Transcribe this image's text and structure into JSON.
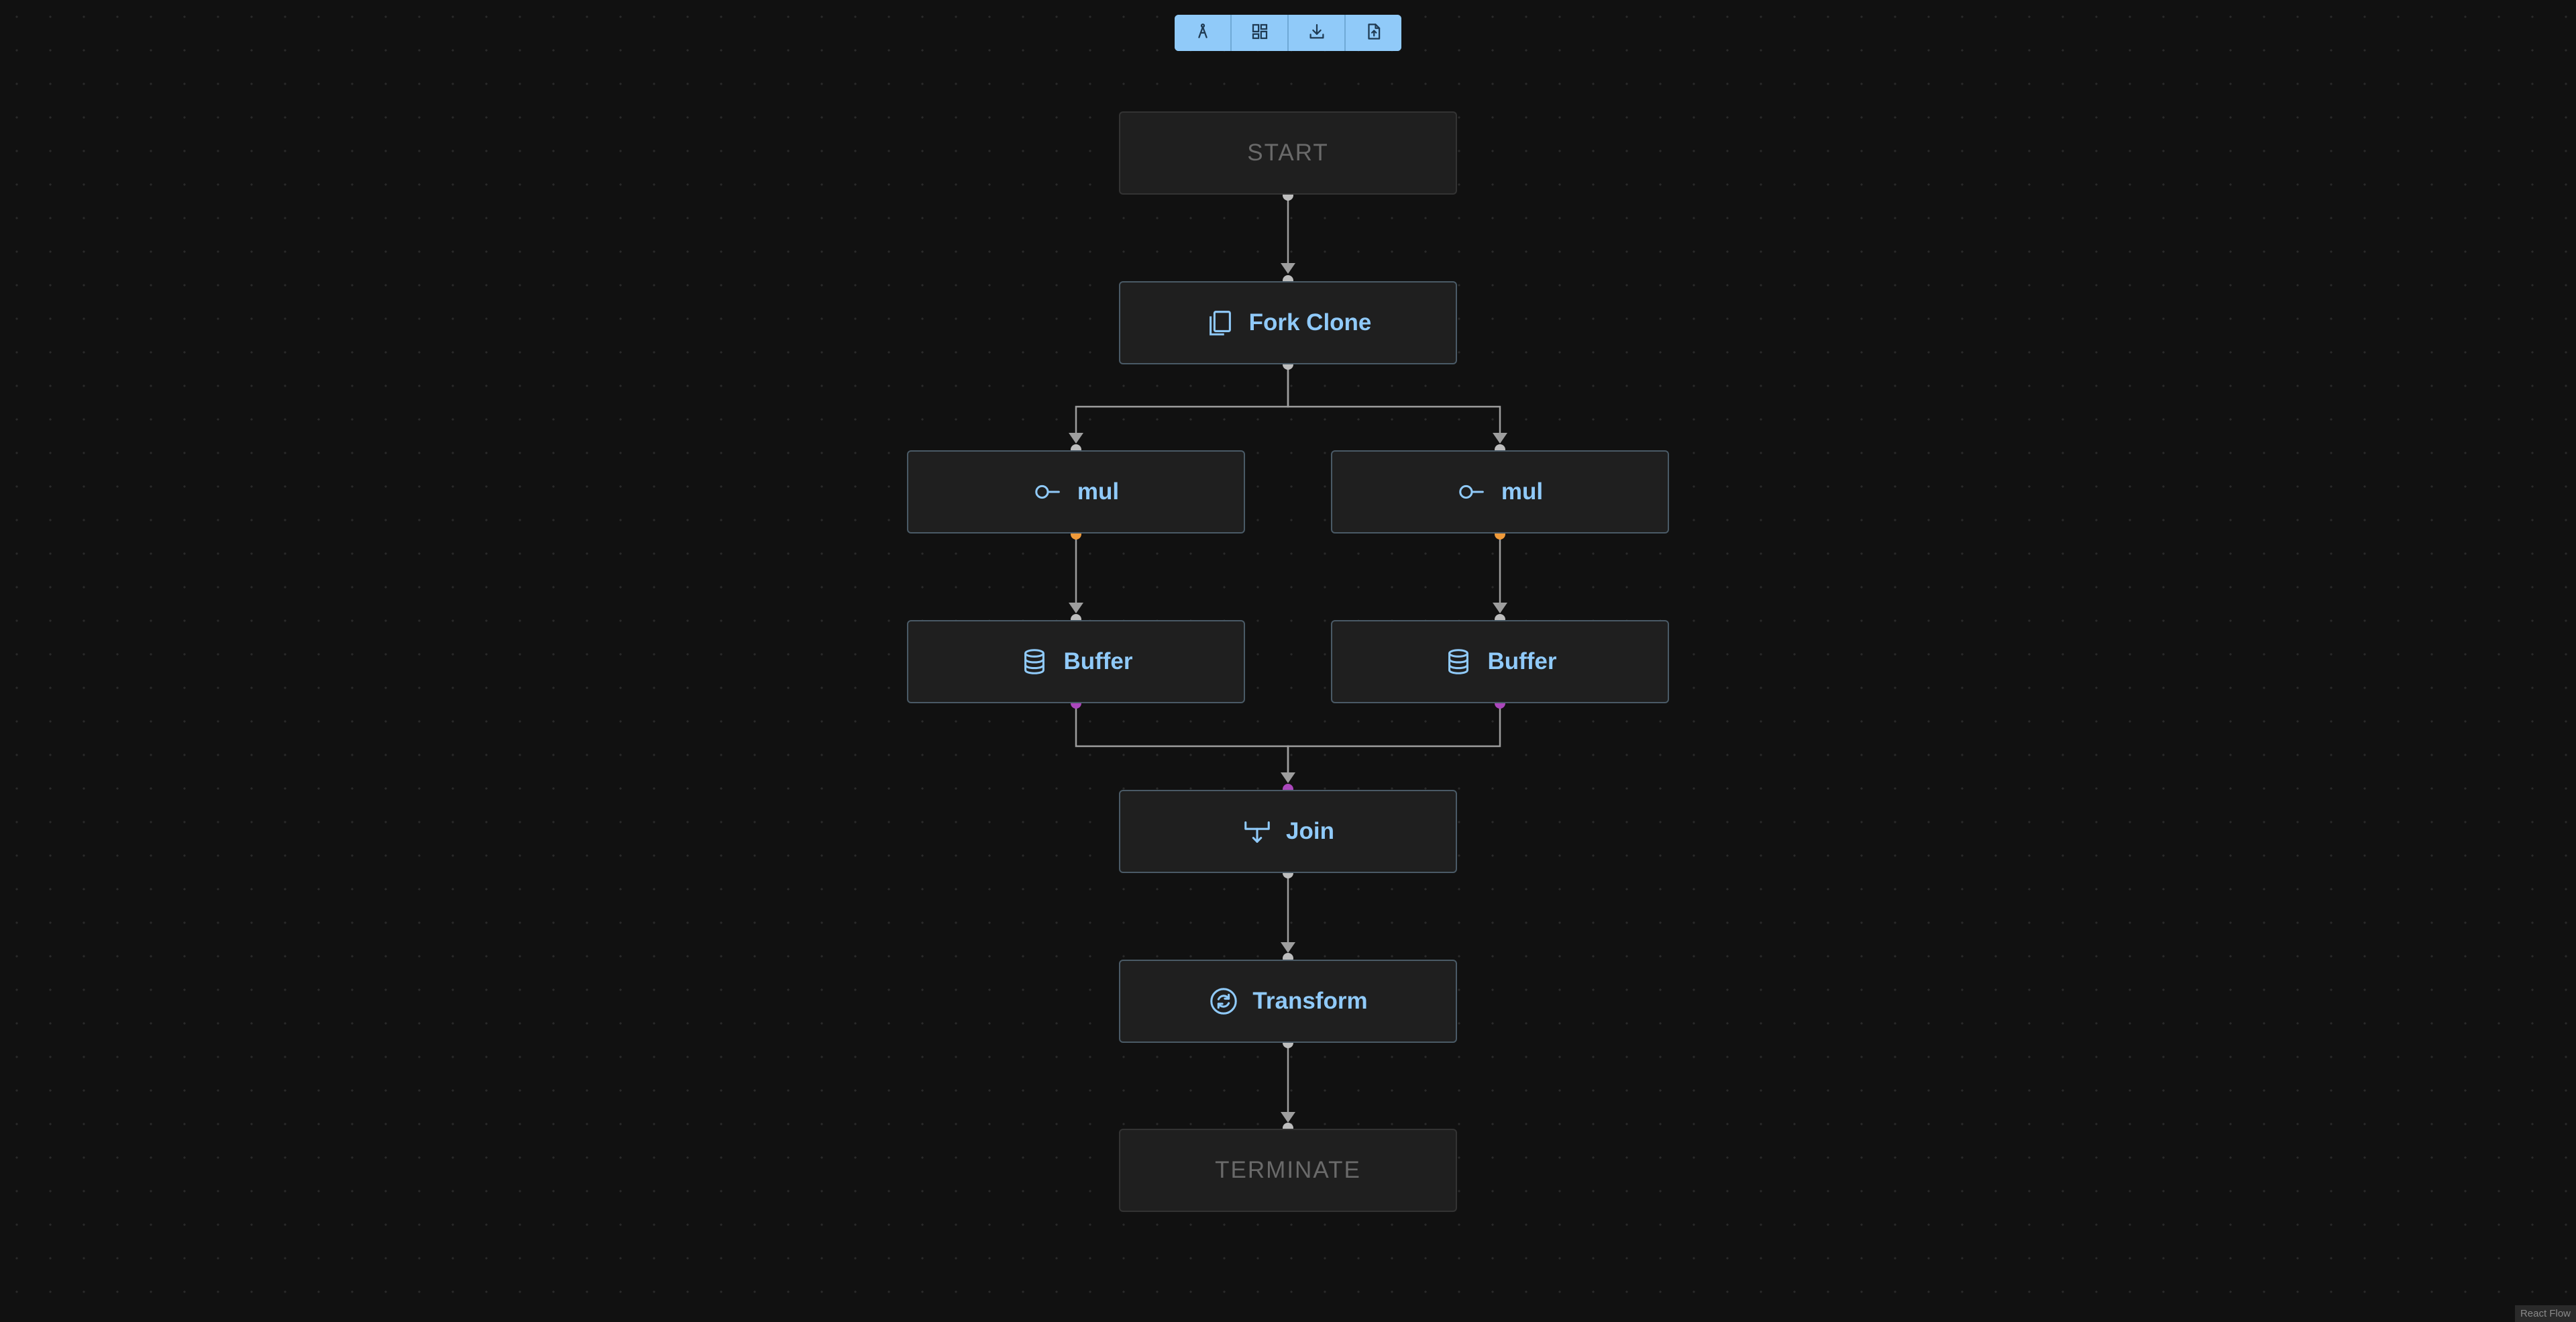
{
  "toolbar": {
    "buttons": [
      {
        "name": "layout-icon"
      },
      {
        "name": "grid-icon"
      },
      {
        "name": "download-icon"
      },
      {
        "name": "upload-file-icon"
      }
    ]
  },
  "nodes": {
    "start": {
      "label": "START"
    },
    "fork_clone": {
      "label": "Fork Clone",
      "icon": "copy-icon"
    },
    "mul_left": {
      "label": "mul",
      "icon": "key-icon"
    },
    "mul_right": {
      "label": "mul",
      "icon": "key-icon"
    },
    "buffer_left": {
      "label": "Buffer",
      "icon": "database-icon"
    },
    "buffer_right": {
      "label": "Buffer",
      "icon": "database-icon"
    },
    "join": {
      "label": "Join",
      "icon": "merge-icon"
    },
    "transform": {
      "label": "Transform",
      "icon": "sync-icon"
    },
    "terminate": {
      "label": "TERMINATE"
    }
  },
  "colors": {
    "background": "#111111",
    "accent": "#90caf9",
    "edge": "#9e9e9e",
    "handle_default": "#bdbdbd",
    "handle_orange": "#ef9a3a",
    "handle_purple": "#ab47bc"
  },
  "attribution": "React Flow"
}
